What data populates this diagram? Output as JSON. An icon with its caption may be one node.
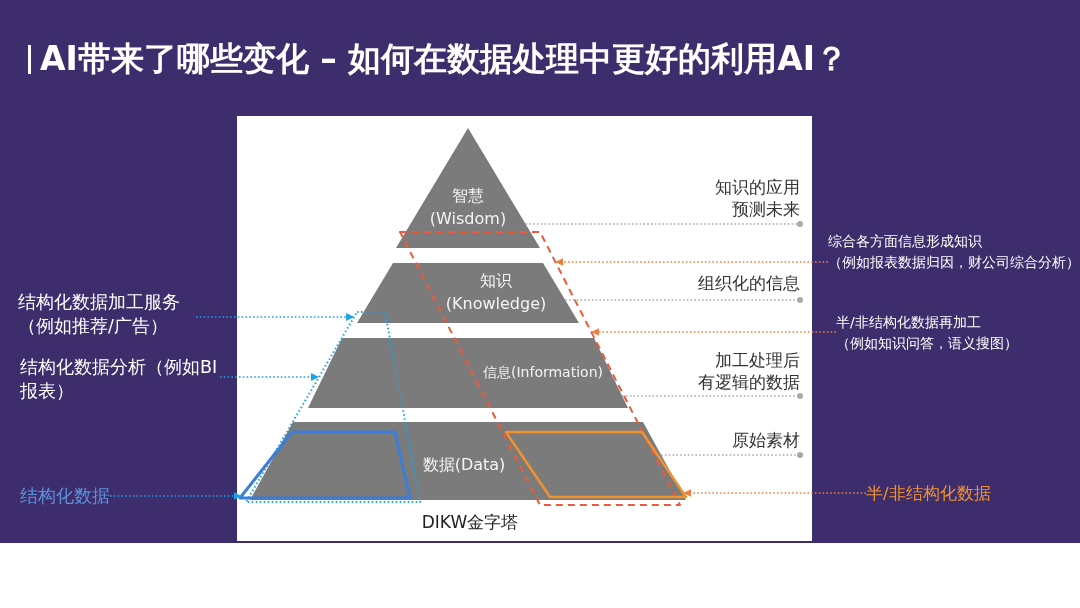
{
  "diagram": {
    "title": "AI带来了哪些变化 – 如何在数据处理中更好的利用AI？",
    "caption": "DIKW金字塔",
    "nodes": [
      {
        "text": [
          "智慧",
          "(Wisdom)"
        ]
      },
      {
        "text": [
          "知识",
          "(Knowledge)"
        ]
      },
      {
        "text": [
          "信息(Information)"
        ]
      },
      {
        "text": [
          "数据(Data)"
        ]
      },
      {
        "text": [],
        "shape": "trapezoid"
      },
      {
        "text": [],
        "shape": "trapezoid"
      },
      {
        "text": [],
        "shape": "parallelogram"
      },
      {
        "text": [],
        "shape": "parallelogram"
      },
      {
        "text": [
          "结构化数据加工服务",
          "（例如推荐/广告）"
        ]
      },
      {
        "text": [
          "结构化数据分析（例如BI报表）"
        ]
      },
      {
        "text": [
          "结构化数据"
        ]
      },
      {
        "text": [
          "知识的应用",
          "预测未来"
        ]
      },
      {
        "text": [
          "组织化的信息"
        ]
      },
      {
        "text": [
          "加工处理后",
          "有逻辑的数据"
        ]
      },
      {
        "text": [
          "原始素材"
        ]
      },
      {
        "text": [
          "综合各方面信息形成知识",
          "（例如报表数据归因，财公司综合分析）"
        ]
      },
      {
        "text": [
          "半/非结构化数据再加工",
          "（例如知识问答，语义搜图）"
        ]
      },
      {
        "text": [
          "半/非结构化数据"
        ]
      }
    ],
    "edges": [
      {
        "from": 8,
        "to": 4,
        "arrow": "to",
        "color": "#1aa3e8"
      },
      {
        "from": 9,
        "to": 4,
        "arrow": "to",
        "color": "#1aa3e8"
      },
      {
        "from": 10,
        "to": 5,
        "arrow": "to",
        "color": "#1aa3e8"
      },
      {
        "from": 0,
        "to": 11,
        "arrow": "other"
      },
      {
        "from": 1,
        "to": 12,
        "arrow": "other"
      },
      {
        "from": 2,
        "to": 13,
        "arrow": "other"
      },
      {
        "from": 3,
        "to": 14,
        "arrow": "other"
      },
      {
        "from": 15,
        "to": 6,
        "arrow": "to",
        "color": "#ef7d3c"
      },
      {
        "from": 16,
        "to": 6,
        "arrow": "to",
        "color": "#ef7d3c"
      },
      {
        "from": 17,
        "to": 7,
        "arrow": "to",
        "color": "#ef7d3c"
      }
    ]
  }
}
